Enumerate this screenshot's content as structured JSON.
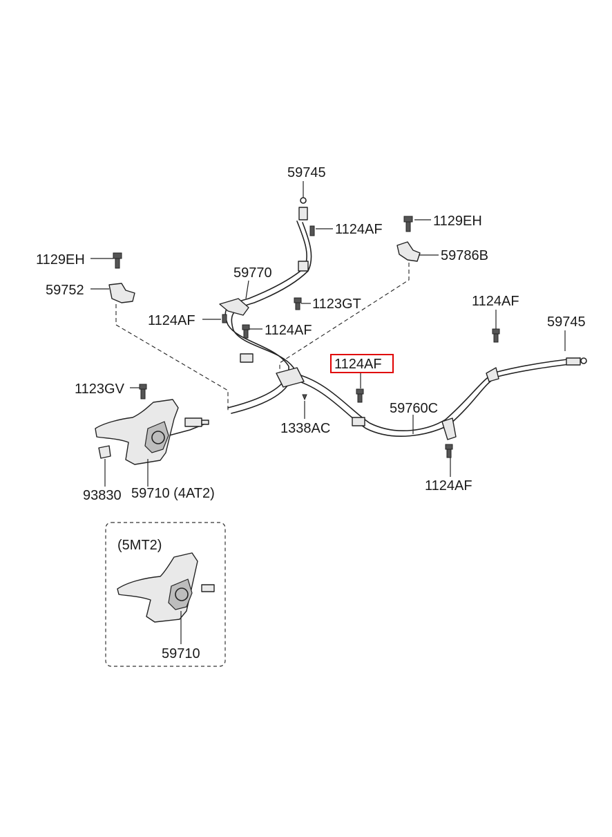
{
  "labels": {
    "l59745_top": "59745",
    "l1124AF_a": "1124AF",
    "l1129EH_right": "1129EH",
    "l59786B": "59786B",
    "l59770": "59770",
    "l1129EH_left": "1129EH",
    "l59752": "59752",
    "l1123GT": "1123GT",
    "l1124AF_b": "1124AF",
    "l1124AF_c": "1124AF",
    "l1124AF_right_top": "1124AF",
    "l59745_right": "59745",
    "l1124AF_highlight": "1124AF",
    "l1123GV": "1123GV",
    "l59760C": "59760C",
    "l1338AC": "1338AC",
    "l1124AF_bottom": "1124AF",
    "l93830": "93830",
    "l59710_4at2": "59710 (4AT2)",
    "l5MT2": "(5MT2)",
    "l59710_5mt2": "59710"
  },
  "highlight_color": "#e00000"
}
